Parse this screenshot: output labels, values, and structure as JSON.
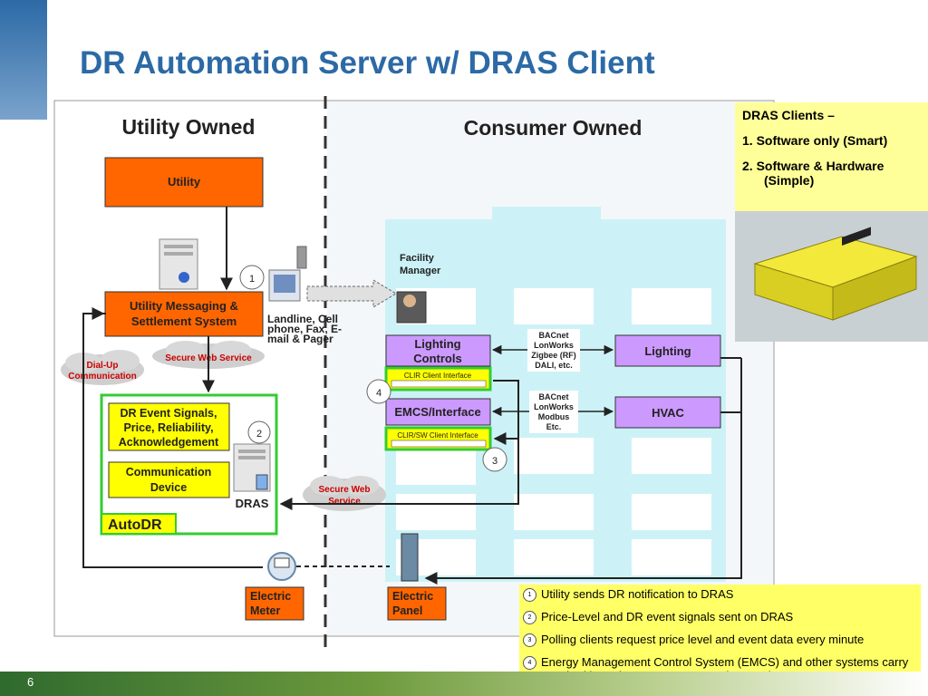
{
  "slide": {
    "title": "DR Automation Server w/ DRAS Client",
    "page_number": "6"
  },
  "regions": {
    "utility_owned": "Utility Owned",
    "consumer_owned": "Consumer Owned"
  },
  "nodes": {
    "utility": "Utility",
    "utility_messaging": [
      "Utility Messaging &",
      "Settlement System"
    ],
    "dr_event_signals": [
      "DR Event Signals,",
      "Price, Reliability,",
      "Acknowledgement"
    ],
    "communication_device": [
      "Communication",
      "Device"
    ],
    "dras": "DRAS",
    "autodr": "AutoDR",
    "electric_meter": [
      "Electric",
      "Meter"
    ],
    "electric_panel": [
      "Electric",
      "Panel"
    ],
    "facility_manager": [
      "Facility",
      "Manager"
    ],
    "lighting_controls": [
      "Lighting",
      "Controls"
    ],
    "emcs_interface": "EMCS/Interface",
    "lighting": "Lighting",
    "hvac": "HVAC",
    "clir_client_interface": "CLIR Client Interface",
    "clir_sw_client_interface": "CLIR/SW Client Interface",
    "landline_note": [
      "Landline, Cell",
      "phone, Fax, E-",
      "mail & Pager"
    ],
    "bacnet_1": [
      "BACnet",
      "LonWorks",
      "Zigbee (RF)",
      "DALI, etc."
    ],
    "bacnet_2": [
      "BACnet",
      "LonWorks",
      "Modbus",
      "Etc."
    ],
    "dial_up": [
      "Dial-Up",
      "Communication"
    ],
    "secure_web_service_1": "Secure Web Service",
    "secure_web_service_2": [
      "Secure Web",
      "Service"
    ]
  },
  "callouts": [
    "1",
    "2",
    "3",
    "4"
  ],
  "dras_clients": {
    "heading": "DRAS Clients –",
    "items": [
      "1. Software only (Smart)",
      "2. Software & Hardware",
      "(Simple)"
    ]
  },
  "legend": [
    {
      "num": "1",
      "text": "Utility sends DR notification to DRAS"
    },
    {
      "num": "2",
      "text": "Price-Level and DR event signals sent on DRAS"
    },
    {
      "num": "3",
      "text": "Polling clients request price level and event data every minute"
    },
    {
      "num": "4",
      "text": "Energy Management Control System (EMCS) and other systems carry out shed based on pre-programmed strategies."
    }
  ],
  "colors": {
    "title": "#2c6aa6",
    "orange_box": "#ff6600",
    "yellow_box": "#ffff00",
    "purple_box": "#cc99ff",
    "green_border": "#33cc33",
    "building": "#ccf2f7"
  }
}
